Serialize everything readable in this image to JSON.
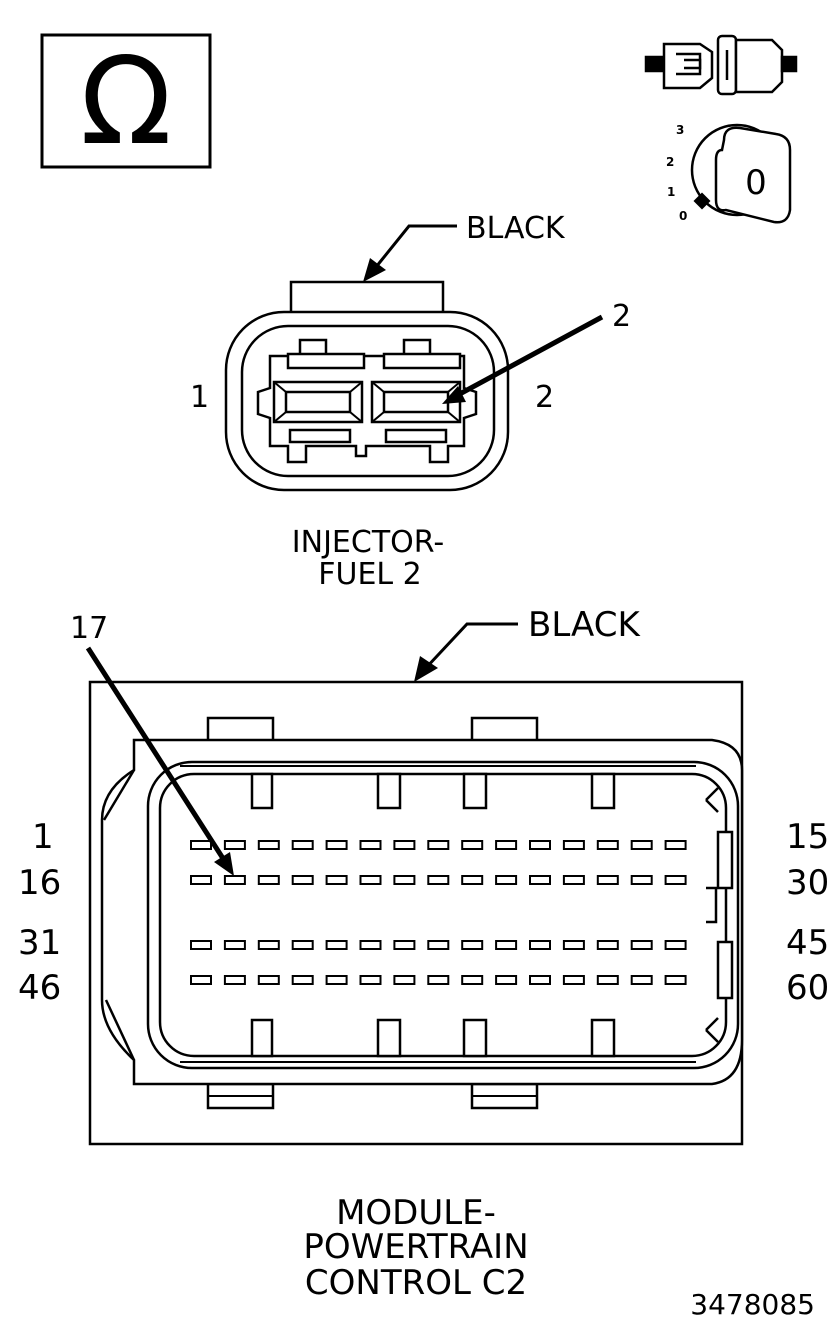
{
  "meter_symbol": "Ω",
  "ignition": {
    "positions": [
      "3",
      "2",
      "1",
      "0"
    ],
    "key_label": "0"
  },
  "injector": {
    "color_label": "BLACK",
    "callout_pin": "2",
    "left_pin": "1",
    "right_pin": "2",
    "title_lines": [
      "INJECTOR-",
      "FUEL 2"
    ]
  },
  "pcm": {
    "color_label": "BLACK",
    "callout_pin": "17",
    "left_labels": [
      "1",
      "16",
      "31",
      "46"
    ],
    "right_labels": [
      "15",
      "30",
      "45",
      "60"
    ],
    "title_lines": [
      "MODULE-",
      "POWERTRAIN",
      "CONTROL C2"
    ]
  },
  "figure_id": "3478085"
}
